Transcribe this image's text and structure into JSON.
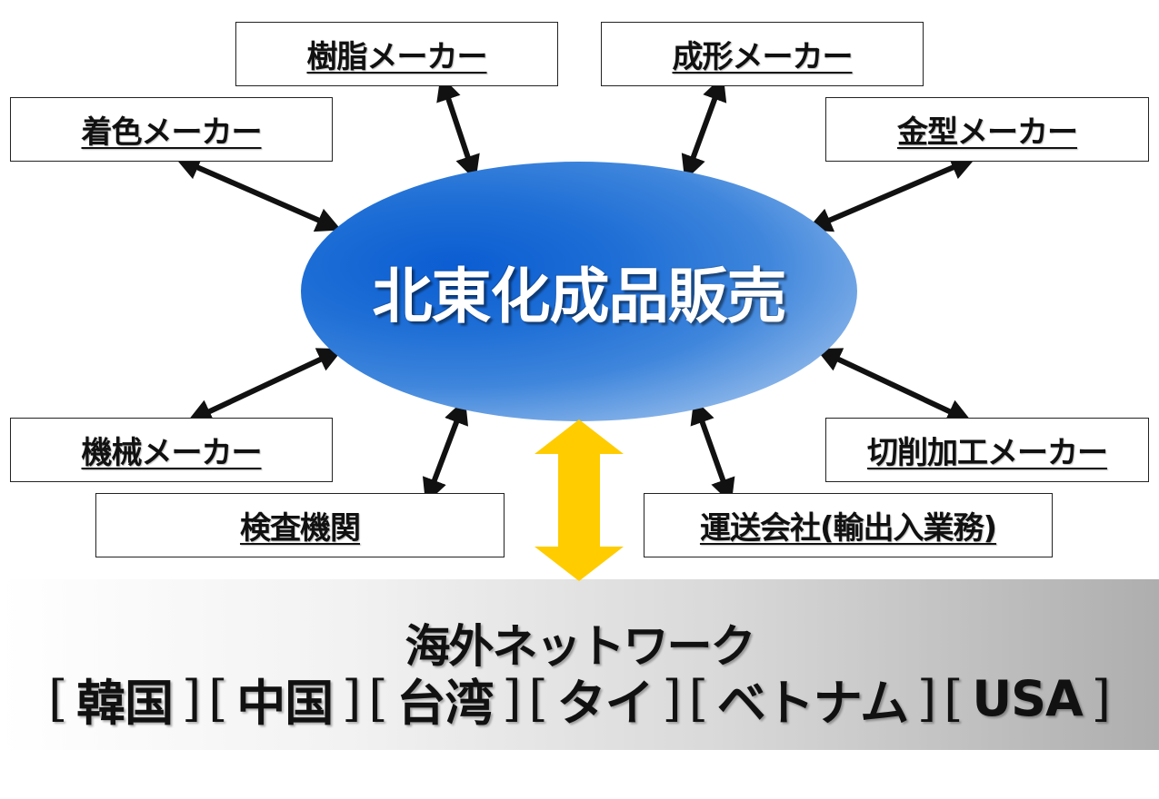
{
  "hub": {
    "label": "北東化成品販売",
    "gradient_color": "#0b5dd2"
  },
  "nodes": [
    {
      "id": "resin",
      "label": "樹脂メーカー"
    },
    {
      "id": "molding",
      "label": "成形メーカー"
    },
    {
      "id": "coloring",
      "label": "着色メーカー"
    },
    {
      "id": "mold",
      "label": "金型メーカー"
    },
    {
      "id": "machinery",
      "label": "機械メーカー"
    },
    {
      "id": "cutting",
      "label": "切削加工メーカー"
    },
    {
      "id": "inspection",
      "label": "検査機関"
    },
    {
      "id": "transport",
      "label": "運送会社(輸出入業務)"
    }
  ],
  "network": {
    "title": "海外ネットワーク",
    "countries": [
      "韓国",
      "中国",
      "台湾",
      "タイ",
      "ベトナム",
      "USA"
    ],
    "bracket_open": "[",
    "bracket_close": "]",
    "link_color": "#ffcc00"
  }
}
